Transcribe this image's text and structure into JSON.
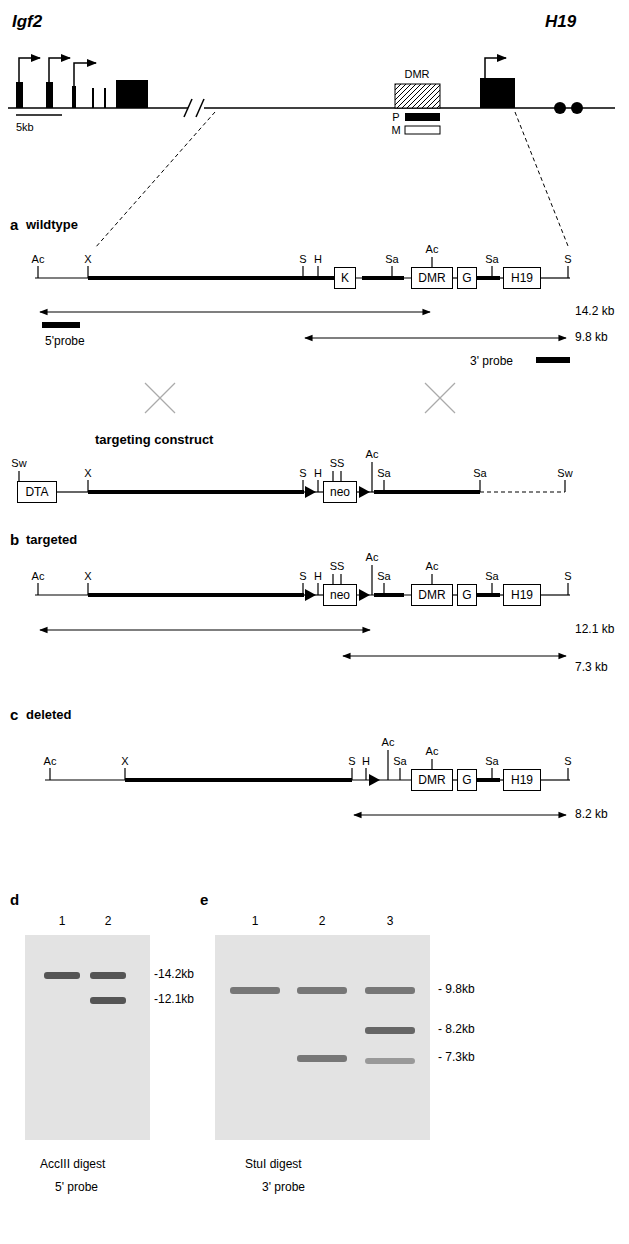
{
  "diagram": {
    "nodes": [
      {
        "text": [
          "K"
        ]
      },
      {
        "text": [
          "DMR"
        ]
      },
      {
        "text": [
          "G"
        ]
      },
      {
        "text": [
          "H19"
        ]
      },
      {
        "text": [
          "DTA"
        ]
      },
      {
        "text": [
          "neo"
        ]
      },
      {
        "text": [
          "neo"
        ]
      },
      {
        "text": [
          "DMR"
        ]
      },
      {
        "text": [
          "G"
        ]
      },
      {
        "text": [
          "H19"
        ]
      },
      {
        "text": [
          "DMR"
        ]
      },
      {
        "text": [
          "G"
        ]
      },
      {
        "text": [
          "H19"
        ]
      }
    ],
    "labels": [
      "Igf2",
      "H19",
      "5kb",
      "DMR",
      "P",
      "M",
      "a",
      "wildtype",
      "Ac",
      "X",
      "S",
      "H",
      "Sa",
      "Ac",
      "Sa",
      "S",
      "5'probe",
      "14.2 kb",
      "3' probe",
      "9.8 kb",
      "targeting construct",
      "Sw",
      "X",
      "S",
      "H",
      "SS",
      "Ac",
      "Sa",
      "Sa",
      "Sw",
      "b",
      "targeted",
      "Ac",
      "X",
      "S",
      "H",
      "SS",
      "Ac",
      "Sa",
      "Ac",
      "Sa",
      "S",
      "12.1 kb",
      "7.3 kb",
      "c",
      "deleted",
      "Ac",
      "X",
      "S",
      "H",
      "Ac",
      "Sa",
      "Ac",
      "Sa",
      "S",
      "8.2 kb",
      "d",
      "1",
      "2",
      "-14.2kb",
      "-12.1kb",
      "AccIII digest",
      "5' probe",
      "e",
      "1",
      "2",
      "3",
      "- 9.8kb",
      "- 8.2kb",
      "- 7.3kb",
      "StuI digest",
      "3' probe"
    ]
  }
}
